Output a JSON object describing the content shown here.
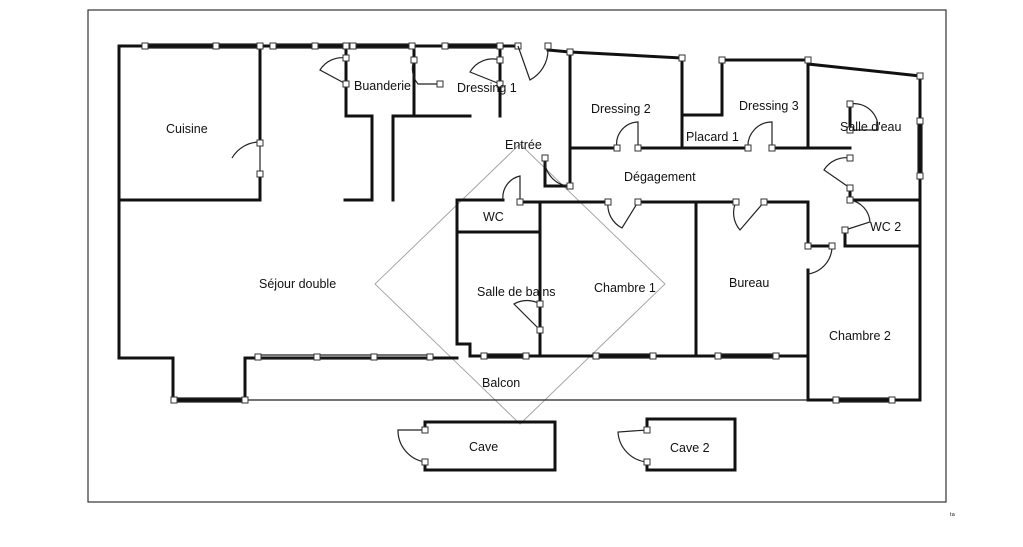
{
  "plan": {
    "rooms": {
      "cuisine": "Cuisine",
      "buanderie": "Buanderie",
      "dressing1": "Dressing 1",
      "dressing2": "Dressing 2",
      "dressing3": "Dressing 3",
      "salle_eau": "Salle d'eau",
      "entree": "Entrée",
      "placard1": "Placard 1",
      "degagement": "Dégagement",
      "wc": "WC",
      "wc2": "WC 2",
      "sejour": "Séjour double",
      "salle_bains": "Salle de bains",
      "chambre1": "Chambre 1",
      "bureau": "Bureau",
      "chambre2": "Chambre 2",
      "balcon": "Balcon",
      "cave": "Cave",
      "cave2": "Cave 2"
    },
    "corner_mark": "ᵗᵃ"
  }
}
